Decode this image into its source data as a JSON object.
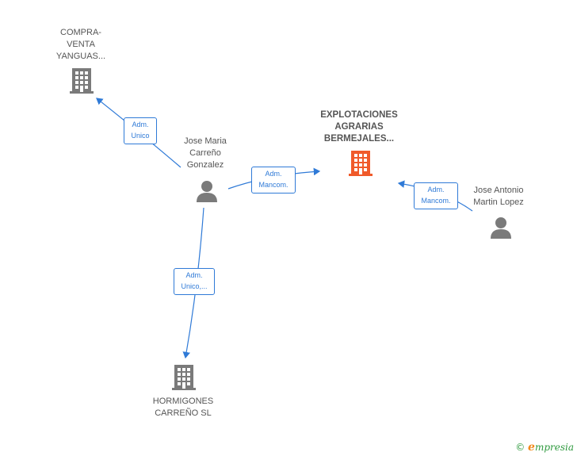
{
  "nodes": {
    "compraventa": {
      "label": "COMPRA-\nVENTA\nYANGUAS..."
    },
    "explotaciones": {
      "label": "EXPLOTACIONES\nAGRARIAS\nBERMEJALES..."
    },
    "jose_maria": {
      "label": "Jose Maria\nCarreño\nGonzalez"
    },
    "jose_antonio": {
      "label": "Jose Antonio\nMartin Lopez"
    },
    "hormigones": {
      "label": "HORMIGONES\nCARREÑO  SL"
    }
  },
  "edges": {
    "adm_unico_1": {
      "label": "Adm.\nUnico"
    },
    "adm_mancom_1": {
      "label": "Adm.\nMancom."
    },
    "adm_mancom_2": {
      "label": "Adm.\nMancom."
    },
    "adm_unico_2": {
      "label": "Adm.\nUnico,..."
    }
  },
  "colors": {
    "edge": "#2f7ad7",
    "building": "#7a7a7a",
    "building_main": "#f05a2a",
    "person": "#7a7a7a"
  },
  "watermark": {
    "copyright": "©",
    "brand_initial": "e",
    "brand_rest": "mpresia"
  }
}
